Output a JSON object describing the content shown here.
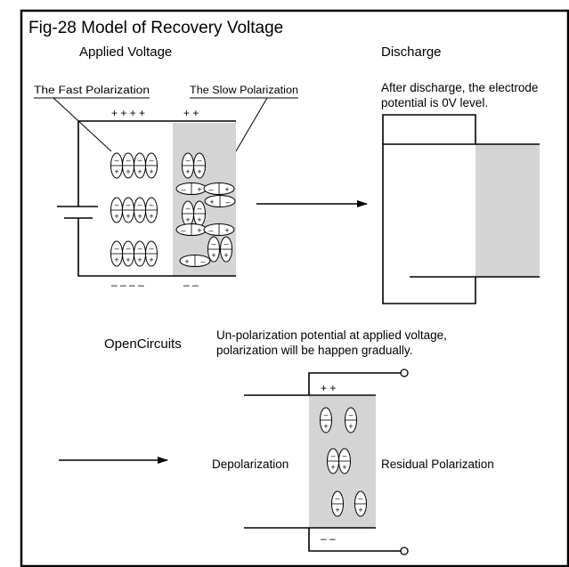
{
  "title": "Fig-28 Model of Recovery Voltage",
  "panels": {
    "applied": {
      "heading": "Applied Voltage",
      "fast_label": "The Fast Polarization",
      "slow_label": "The Slow Polarization",
      "top_charges_fast": "+ + + +",
      "top_charges_slow": "+   +",
      "bottom_charges_fast": "– – – –",
      "bottom_charges_slow": "–   –"
    },
    "discharge": {
      "heading": "Discharge",
      "note_line1": "After discharge, the electrode",
      "note_line2": "potential is 0V level."
    },
    "open_circuits": {
      "heading": "OpenCircuits",
      "note_line1": "Un-polarization potential at applied voltage,",
      "note_line2": "polarization will be happen gradually.",
      "left_label": "Depolarization",
      "right_label": "Residual Polarization",
      "top_charges": "+   +",
      "bottom_charges": "–   –"
    }
  },
  "colors": {
    "shading": "#d4d4d4",
    "ink": "#000000",
    "background": "#ffffff"
  }
}
